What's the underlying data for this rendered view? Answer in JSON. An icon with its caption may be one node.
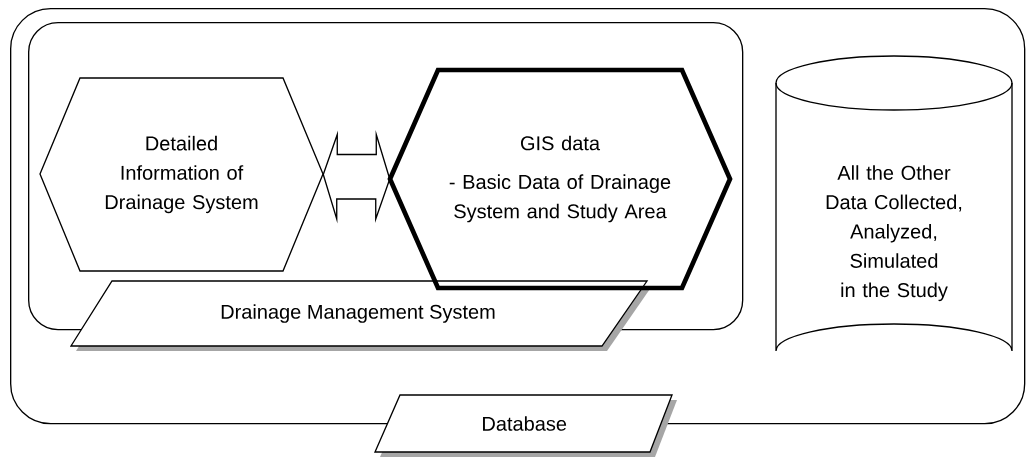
{
  "diagram": {
    "nodes": [
      {
        "text": [
          "Database"
        ]
      },
      {
        "text": [
          "Drainage Management System"
        ],
        "in": 0
      },
      {
        "text": [
          "Detailed Information of Drainage System"
        ],
        "in": 1
      },
      {
        "text": [
          "GIS data",
          "- Basic Data of Drainage System and Study Area"
        ],
        "in": 1
      },
      {
        "text": [
          "All the Other Data Collected, Analyzed, Simulated in the Study"
        ],
        "in": 0
      }
    ],
    "edges": [
      {
        "from": 2,
        "to": 3,
        "arrow": "both"
      }
    ]
  }
}
